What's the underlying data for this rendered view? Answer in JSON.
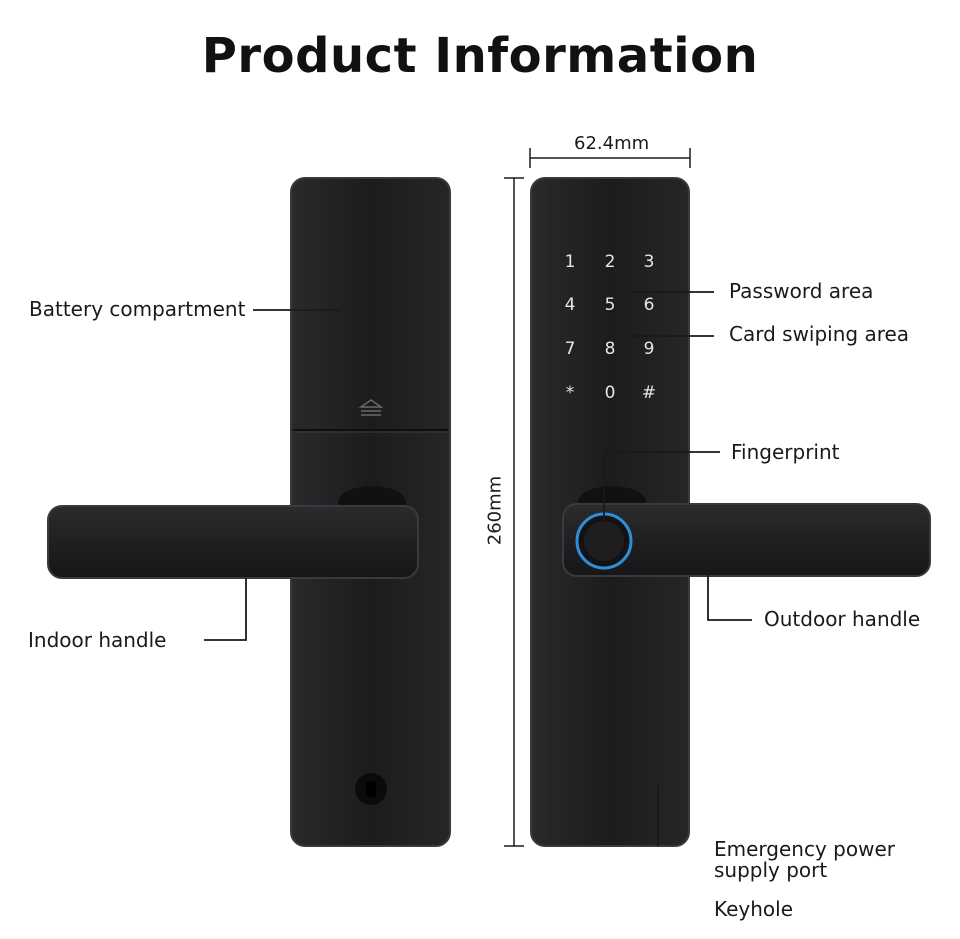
{
  "title": "Product Information",
  "dimensions": {
    "width": "62.4mm",
    "height": "260mm"
  },
  "labels": {
    "battery_compartment": "Battery compartment",
    "indoor_handle": "Indoor handle",
    "password_area": "Password area",
    "card_swiping_area": "Card swiping area",
    "fingerprint": "Fingerprint",
    "outdoor_handle": "Outdoor handle",
    "emergency_power_line1": "Emergency power",
    "emergency_power_line2": "supply port",
    "keyhole": "Keyhole"
  },
  "keypad": {
    "rows": [
      [
        "1",
        "2",
        "3"
      ],
      [
        "4",
        "5",
        "6"
      ],
      [
        "7",
        "8",
        "9"
      ],
      [
        "*",
        "0",
        "#"
      ]
    ]
  },
  "colors": {
    "lock_body": "#1f1f21",
    "lock_edge": "#3a3a3d",
    "fingerprint_ring": "#2f8fd6",
    "leader_line": "#1a1a1a"
  },
  "icons": {
    "battery_cover": "eject-icon"
  }
}
